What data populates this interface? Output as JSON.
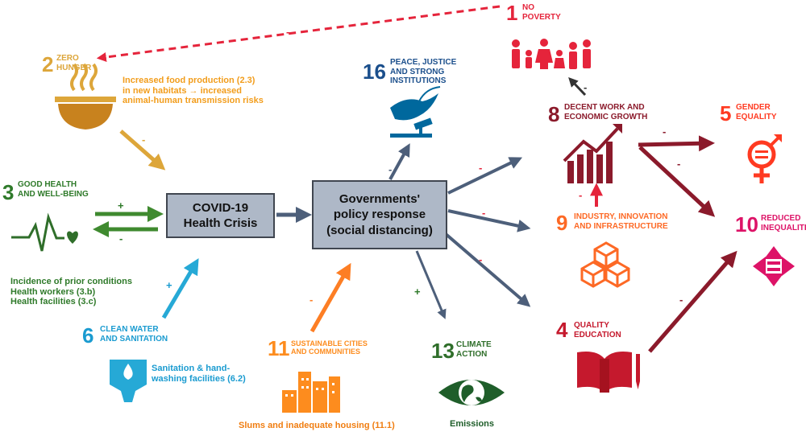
{
  "colors": {
    "sdg1": "#e5243b",
    "sdg2": "#dda63a",
    "sdg3": "#4c9f38",
    "sdg4": "#c5192d",
    "sdg5": "#ff3a21",
    "sdg6": "#26bde2",
    "sdg8": "#a21942",
    "sdg9": "#fd6925",
    "sdg10": "#dd1367",
    "sdg11": "#fd9d24",
    "sdg13": "#3f7e44",
    "sdg16": "#00689d",
    "box_fill": "#aeb8c7",
    "arrow_gray": "#4d5f7a"
  },
  "central": {
    "crisis": "COVID-19\nHealth Crisis",
    "policy": "Governments'\npolicy response\n(social distancing)"
  },
  "goals": {
    "g1": {
      "number": "1",
      "label": "No\nPoverty",
      "icon": "family-icon"
    },
    "g2": {
      "number": "2",
      "label": "Zero\nHunger",
      "icon": "bowl-icon"
    },
    "g3": {
      "number": "3",
      "label": "Good Health\nand Well-Being",
      "icon": "heartbeat-icon"
    },
    "g4": {
      "number": "4",
      "label": "Quality\nEducation",
      "icon": "book-pencil-icon"
    },
    "g5": {
      "number": "5",
      "label": "Gender\nEquality",
      "icon": "gender-icon"
    },
    "g6": {
      "number": "6",
      "label": "Clean Water\nand Sanitation",
      "icon": "water-drop-icon"
    },
    "g8": {
      "number": "8",
      "label": "Decent Work and\nEconomic Growth",
      "icon": "growth-chart-icon"
    },
    "g9": {
      "number": "9",
      "label": "Industry, Innovation\nand Infrastructure",
      "icon": "cubes-icon"
    },
    "g10": {
      "number": "10",
      "label": "Reduced\nInequalities",
      "icon": "equality-icon"
    },
    "g11": {
      "number": "11",
      "label": "Sustainable Cities\nand Communities",
      "icon": "city-icon"
    },
    "g13": {
      "number": "13",
      "label": "Climate\nAction",
      "icon": "eye-globe-icon"
    },
    "g16": {
      "number": "16",
      "label": "Peace, Justice\nand Strong\nInstitutions",
      "icon": "dove-gavel-icon"
    }
  },
  "notes": {
    "hunger": "Increased food production (2.3)\nin new habitats → increased\nanimal-human transmission risks",
    "health": "Incidence of prior conditions\nHealth workers (3.b)\nHealth facilities (3.c)",
    "water": "Sanitation & hand-\nwashing facilities (6.2)",
    "cities": "Slums and inadequate housing (11.1)",
    "climate": "Emissions"
  },
  "signs": {
    "poverty_to_hunger": "-",
    "hunger_to_crisis": "-",
    "health_to_crisis": "+",
    "crisis_to_health": "-",
    "water_to_crisis": "+",
    "cities_to_policy": "-",
    "policy_to_justice": "-",
    "policy_to_growth": "-",
    "policy_to_industry": "-",
    "policy_to_education": "-",
    "policy_to_climate": "+",
    "growth_to_poverty": "-",
    "industry_to_growth": "-",
    "growth_to_gender": "-",
    "growth_to_inequalities": "-",
    "education_to_inequalities": "-"
  }
}
